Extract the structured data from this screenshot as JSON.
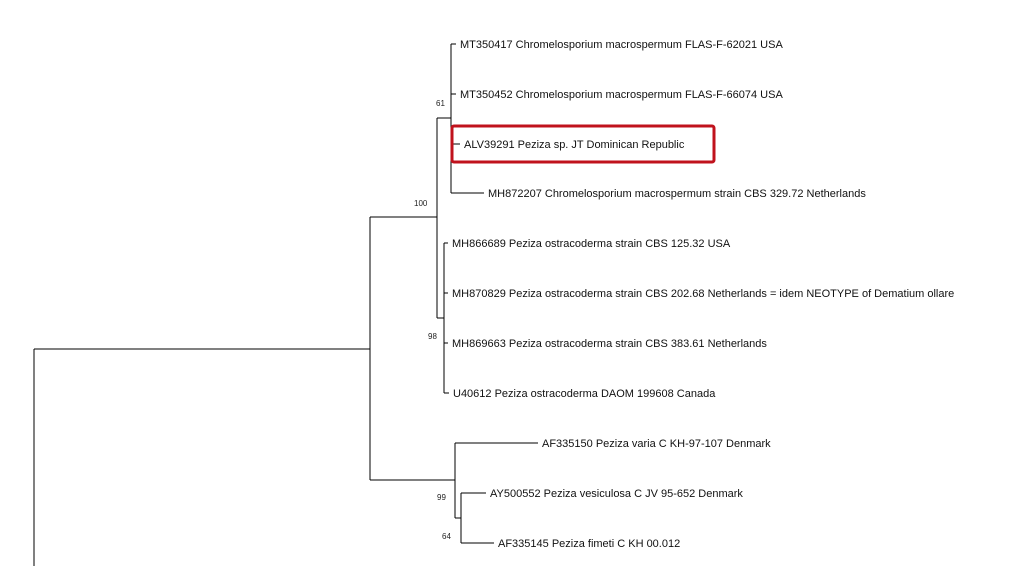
{
  "tree": {
    "leaves": [
      "MT350417 Chromelosporium macrospermum FLAS-F-62021 USA",
      "MT350452 Chromelosporium macrospermum FLAS-F-66074 USA",
      "ALV39291 Peziza sp. JT Dominican Republic",
      "MH872207 Chromelosporium macrospermum strain CBS 329.72 Netherlands",
      "MH866689 Peziza ostracoderma strain CBS 125.32 USA",
      "MH870829 Peziza ostracoderma strain CBS 202.68 Netherlands = idem NEOTYPE of Dematium ollare",
      "MH869663 Peziza ostracoderma strain CBS 383.61 Netherlands",
      "U40612 Peziza ostracoderma DAOM 199608 Canada",
      "AF335150 Peziza varia C KH-97-107 Denmark",
      "AY500552 Peziza vesiculosa C JV 95-652 Denmark",
      "AF335145 Peziza fimeti C KH 00.012"
    ],
    "bootstrap": [
      "61",
      "100",
      "98",
      "99",
      "64"
    ],
    "highlighted_leaf": "ALV39291 Peziza sp. JT Dominican Republic",
    "highlight_color": "#c0121c",
    "line_color": "#000000"
  }
}
